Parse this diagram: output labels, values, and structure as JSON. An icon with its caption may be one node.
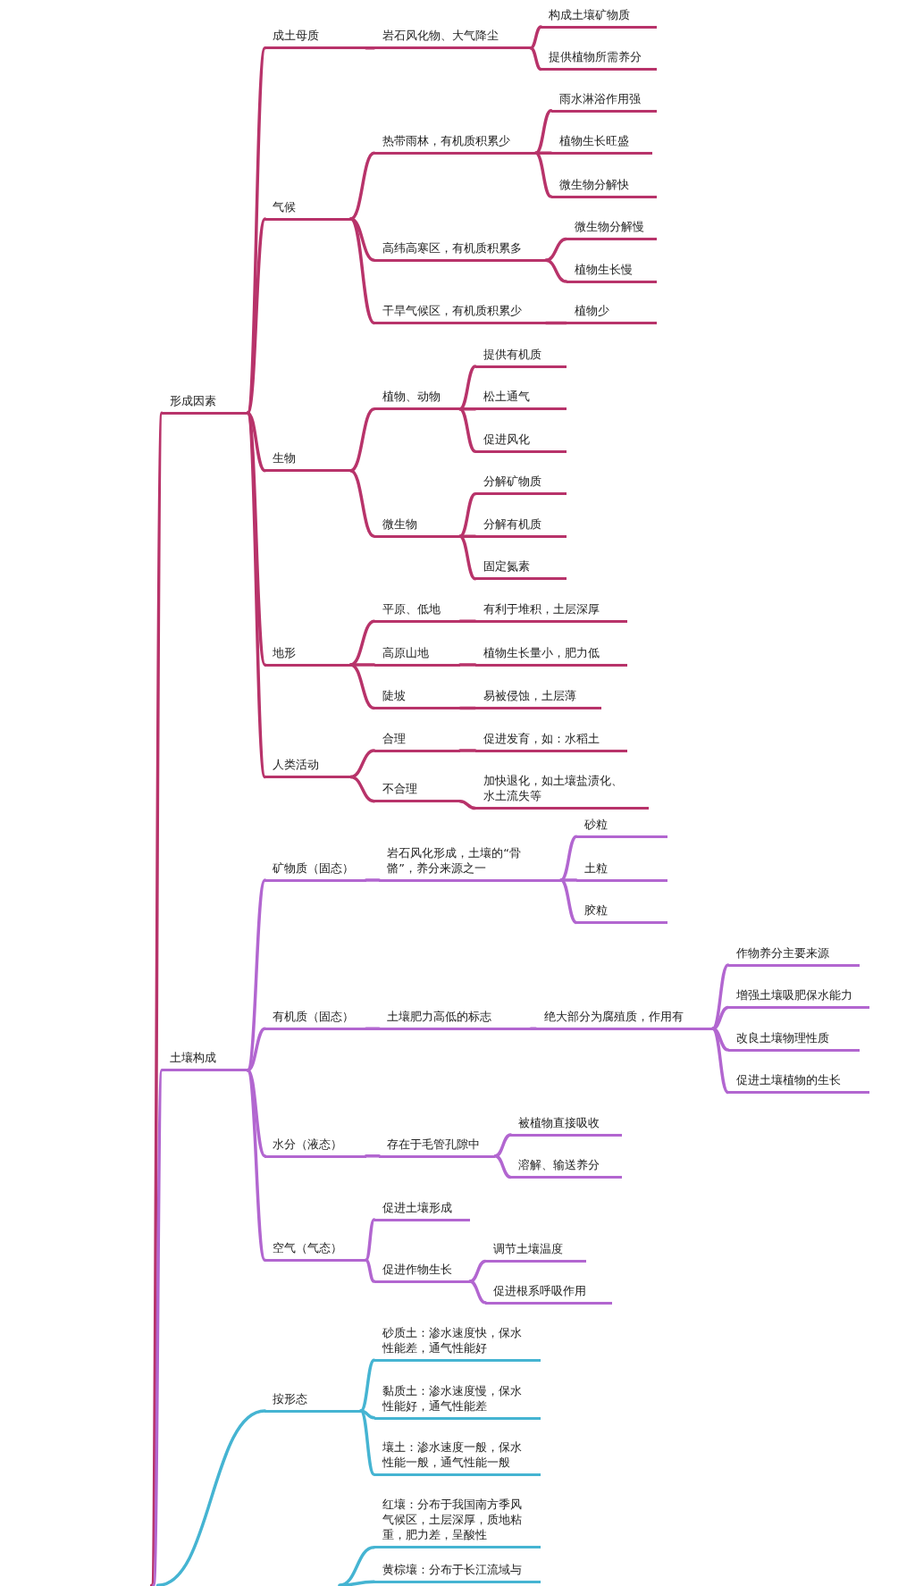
{
  "diagram": {
    "nodes": [
      {
        "text": [
          "形成因素"
        ]
      },
      {
        "text": [
          "成土母质"
        ]
      },
      {
        "text": [
          "岩石风化物、大气降尘"
        ]
      },
      {
        "text": [
          "构成土壤矿物质"
        ]
      },
      {
        "text": [
          "提供植物所需养分"
        ]
      },
      {
        "text": [
          "气候"
        ]
      },
      {
        "text": [
          "热带雨林，有机质积累少"
        ]
      },
      {
        "text": [
          "雨水淋浴作用强"
        ]
      },
      {
        "text": [
          "植物生长旺盛"
        ]
      },
      {
        "text": [
          "微生物分解快"
        ]
      },
      {
        "text": [
          "高纬高寒区，有机质积累多"
        ]
      },
      {
        "text": [
          "微生物分解慢"
        ]
      },
      {
        "text": [
          "植物生长慢"
        ]
      },
      {
        "text": [
          "干旱气候区，有机质积累少"
        ]
      },
      {
        "text": [
          "植物少"
        ]
      },
      {
        "text": [
          "生物"
        ]
      },
      {
        "text": [
          "植物、动物"
        ]
      },
      {
        "text": [
          "提供有机质"
        ]
      },
      {
        "text": [
          "松土通气"
        ]
      },
      {
        "text": [
          "促进风化"
        ]
      },
      {
        "text": [
          "微生物"
        ]
      },
      {
        "text": [
          "分解矿物质"
        ]
      },
      {
        "text": [
          "分解有机质"
        ]
      },
      {
        "text": [
          "固定氮素"
        ]
      },
      {
        "text": [
          "地形"
        ]
      },
      {
        "text": [
          "平原、低地"
        ]
      },
      {
        "text": [
          "有利于堆积，土层深厚"
        ]
      },
      {
        "text": [
          "高原山地"
        ]
      },
      {
        "text": [
          "植物生长量小，肥力低"
        ]
      },
      {
        "text": [
          "陡坡"
        ]
      },
      {
        "text": [
          "易被侵蚀，土层薄"
        ]
      },
      {
        "text": [
          "人类活动"
        ]
      },
      {
        "text": [
          "合理"
        ]
      },
      {
        "text": [
          "促进发育，如：水稻土"
        ]
      },
      {
        "text": [
          "不合理"
        ]
      },
      {
        "text": [
          "加快退化，如土壤盐渍化、水土流失等"
        ]
      },
      {
        "text": [
          "土壤构成"
        ]
      },
      {
        "text": [
          "矿物质（固态）"
        ]
      },
      {
        "text": [
          "岩石风化形成，土壤的“骨骼”，养分来源之一"
        ]
      },
      {
        "text": [
          "砂粒"
        ]
      },
      {
        "text": [
          "土粒"
        ]
      },
      {
        "text": [
          "胶粒"
        ]
      },
      {
        "text": [
          "有机质（固态）"
        ]
      },
      {
        "text": [
          "土壤肥力高低的标志"
        ]
      },
      {
        "text": [
          "绝大部分为腐殖质，作用有"
        ]
      },
      {
        "text": [
          "作物养分主要来源"
        ]
      },
      {
        "text": [
          "增强土壤吸肥保水能力"
        ]
      },
      {
        "text": [
          "改良土壤物理性质"
        ]
      },
      {
        "text": [
          "促进土壤植物的生长"
        ]
      },
      {
        "text": [
          "水分（液态）"
        ]
      },
      {
        "text": [
          "存在于毛管孔隙中"
        ]
      },
      {
        "text": [
          "被植物直接吸收"
        ]
      },
      {
        "text": [
          "溶解、输送养分"
        ]
      },
      {
        "text": [
          "空气（气态）"
        ]
      },
      {
        "text": [
          "促进土壤形成"
        ]
      },
      {
        "text": [
          "促进作物生长"
        ]
      },
      {
        "text": [
          "调节土壤温度"
        ]
      },
      {
        "text": [
          "促进根系呼吸作用"
        ]
      },
      {
        "text": [
          "按形态"
        ]
      },
      {
        "text": [
          "砂质土：渗水速度快，保水性能差，通气性能好"
        ]
      },
      {
        "text": [
          "黏质土：渗水速度慢，保水性能好，通气性能差"
        ]
      },
      {
        "text": [
          "壤土：渗水速度一般，保水性能一般，通气性能一般"
        ]
      },
      {
        "text": [
          "红壤：分布于我国南方季风气候区，土层深厚，质地粘重，肥力差，呈酸性"
        ]
      },
      {
        "text": [
          "黄棕壤：分布于长江流域与"
        ]
      }
    ],
    "edges": [
      {
        "from": null,
        "to": 0,
        "arrow": "none"
      },
      {
        "from": 0,
        "to": 1,
        "arrow": "none"
      },
      {
        "from": 1,
        "to": 2,
        "arrow": "none"
      },
      {
        "from": 2,
        "to": 3,
        "arrow": "none"
      },
      {
        "from": 2,
        "to": 4,
        "arrow": "none"
      },
      {
        "from": 0,
        "to": 5,
        "arrow": "none"
      },
      {
        "from": 5,
        "to": 6,
        "arrow": "none"
      },
      {
        "from": 6,
        "to": 7,
        "arrow": "none"
      },
      {
        "from": 6,
        "to": 8,
        "arrow": "none"
      },
      {
        "from": 6,
        "to": 9,
        "arrow": "none"
      },
      {
        "from": 5,
        "to": 10,
        "arrow": "none"
      },
      {
        "from": 10,
        "to": 11,
        "arrow": "none"
      },
      {
        "from": 10,
        "to": 12,
        "arrow": "none"
      },
      {
        "from": 5,
        "to": 13,
        "arrow": "none"
      },
      {
        "from": 13,
        "to": 14,
        "arrow": "none"
      },
      {
        "from": 0,
        "to": 15,
        "arrow": "none"
      },
      {
        "from": 15,
        "to": 16,
        "arrow": "none"
      },
      {
        "from": 16,
        "to": 17,
        "arrow": "none"
      },
      {
        "from": 16,
        "to": 18,
        "arrow": "none"
      },
      {
        "from": 16,
        "to": 19,
        "arrow": "none"
      },
      {
        "from": 15,
        "to": 20,
        "arrow": "none"
      },
      {
        "from": 20,
        "to": 21,
        "arrow": "none"
      },
      {
        "from": 20,
        "to": 22,
        "arrow": "none"
      },
      {
        "from": 20,
        "to": 23,
        "arrow": "none"
      },
      {
        "from": 0,
        "to": 24,
        "arrow": "none"
      },
      {
        "from": 24,
        "to": 25,
        "arrow": "none"
      },
      {
        "from": 25,
        "to": 26,
        "arrow": "none"
      },
      {
        "from": 24,
        "to": 27,
        "arrow": "none"
      },
      {
        "from": 27,
        "to": 28,
        "arrow": "none"
      },
      {
        "from": 24,
        "to": 29,
        "arrow": "none"
      },
      {
        "from": 29,
        "to": 30,
        "arrow": "none"
      },
      {
        "from": 0,
        "to": 31,
        "arrow": "none"
      },
      {
        "from": 31,
        "to": 32,
        "arrow": "none"
      },
      {
        "from": 32,
        "to": 33,
        "arrow": "none"
      },
      {
        "from": 31,
        "to": 34,
        "arrow": "none"
      },
      {
        "from": 34,
        "to": 35,
        "arrow": "none"
      },
      {
        "from": null,
        "to": 36,
        "arrow": "none",
        "color": "#b266d0"
      },
      {
        "from": 36,
        "to": 37,
        "arrow": "none",
        "color": "#b266d0"
      },
      {
        "from": 37,
        "to": 38,
        "arrow": "none",
        "color": "#b266d0"
      },
      {
        "from": 38,
        "to": 39,
        "arrow": "none",
        "color": "#b266d0"
      },
      {
        "from": 38,
        "to": 40,
        "arrow": "none",
        "color": "#b266d0"
      },
      {
        "from": 38,
        "to": 41,
        "arrow": "none",
        "color": "#b266d0"
      },
      {
        "from": 36,
        "to": 42,
        "arrow": "none",
        "color": "#b266d0"
      },
      {
        "from": 42,
        "to": 43,
        "arrow": "none",
        "color": "#b266d0"
      },
      {
        "from": 43,
        "to": 44,
        "arrow": "none",
        "color": "#b266d0"
      },
      {
        "from": 44,
        "to": 45,
        "arrow": "none",
        "color": "#b266d0"
      },
      {
        "from": 44,
        "to": 46,
        "arrow": "none",
        "color": "#b266d0"
      },
      {
        "from": 44,
        "to": 47,
        "arrow": "none",
        "color": "#b266d0"
      },
      {
        "from": 44,
        "to": 48,
        "arrow": "none",
        "color": "#b266d0"
      },
      {
        "from": 36,
        "to": 49,
        "arrow": "none",
        "color": "#b266d0"
      },
      {
        "from": 49,
        "to": 50,
        "arrow": "none",
        "color": "#b266d0"
      },
      {
        "from": 50,
        "to": 51,
        "arrow": "none",
        "color": "#b266d0"
      },
      {
        "from": 50,
        "to": 52,
        "arrow": "none",
        "color": "#b266d0"
      },
      {
        "from": 36,
        "to": 53,
        "arrow": "none",
        "color": "#b266d0"
      },
      {
        "from": 53,
        "to": 54,
        "arrow": "none",
        "color": "#b266d0"
      },
      {
        "from": 53,
        "to": 55,
        "arrow": "none",
        "color": "#b266d0"
      },
      {
        "from": 55,
        "to": 56,
        "arrow": "none",
        "color": "#b266d0"
      },
      {
        "from": 55,
        "to": 57,
        "arrow": "none",
        "color": "#b266d0"
      },
      {
        "from": null,
        "to": 58,
        "arrow": "none",
        "color": "#45b4d2"
      },
      {
        "from": 58,
        "to": 59,
        "arrow": "none",
        "color": "#45b4d2"
      },
      {
        "from": 58,
        "to": 60,
        "arrow": "none",
        "color": "#45b4d2"
      },
      {
        "from": 58,
        "to": 61,
        "arrow": "none",
        "color": "#45b4d2"
      },
      {
        "from": null,
        "to": 62,
        "arrow": "none",
        "color": "#45b4d2"
      },
      {
        "from": null,
        "to": 63,
        "arrow": "none",
        "color": "#45b4d2"
      }
    ]
  }
}
